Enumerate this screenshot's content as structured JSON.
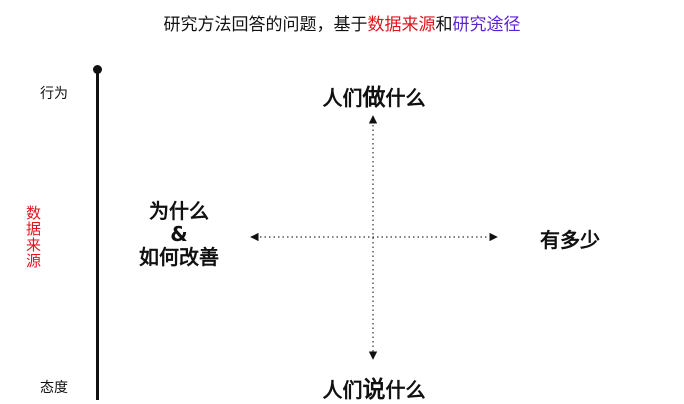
{
  "title": {
    "prefix": "研究方法回答的问题，基于",
    "data_source": "数据来源",
    "joiner": "和",
    "research_path": "研究途径"
  },
  "axis": {
    "top_label": "行为",
    "bottom_label": "态度",
    "side_label": "数据来源"
  },
  "quadrants": {
    "top": {
      "pre": "人们",
      "emph": "做",
      "post": "什么"
    },
    "bottom": {
      "pre": "人们",
      "emph": "说",
      "post": "什么"
    },
    "right": "有多少",
    "left_line1": "为什么",
    "left_line2": "&",
    "left_line3": "如何改善"
  },
  "colors": {
    "accent_red": "#e0141e",
    "accent_purple": "#5b1fd6"
  }
}
